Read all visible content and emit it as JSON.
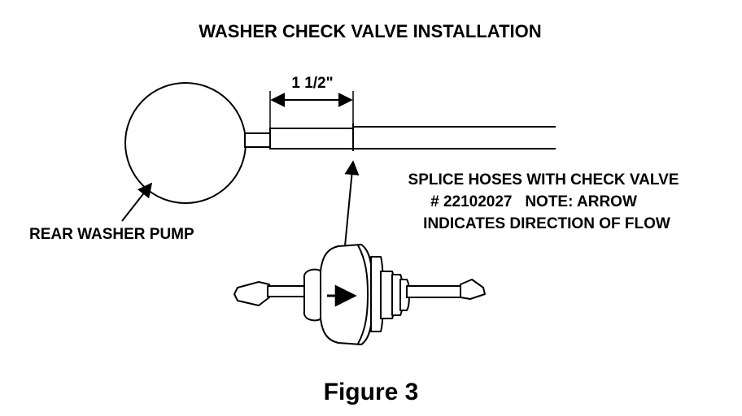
{
  "title": "WASHER CHECK VALVE INSTALLATION",
  "dimension_label": "1 1/2\"",
  "pump_label": "REAR WASHER PUMP",
  "instruction_lines": [
    "SPLICE HOSES WITH CHECK VALVE",
    "# 22102027   NOTE: ARROW",
    "INDICATES DIRECTION OF FLOW"
  ],
  "figure_caption": "Figure 3",
  "colors": {
    "ink": "#000000",
    "background": "#ffffff"
  }
}
